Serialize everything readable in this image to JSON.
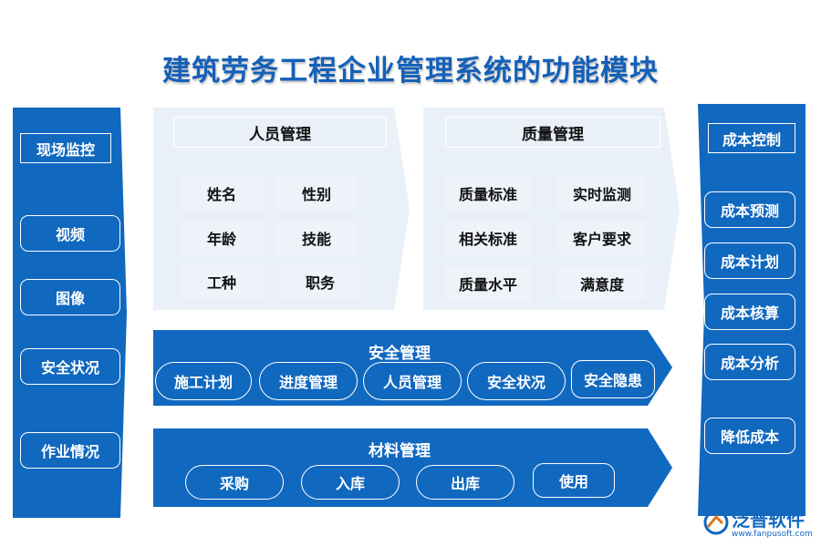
{
  "title": "建筑劳务工程企业管理系统的功能模块",
  "left_column": {
    "header": "现场监控",
    "items": [
      "视频",
      "图像",
      "安全状况",
      "作业情况"
    ]
  },
  "right_column": {
    "header": "成本控制",
    "items": [
      "成本预测",
      "成本计划",
      "成本核算",
      "成本分析",
      "降低成本"
    ]
  },
  "personnel": {
    "header": "人员管理",
    "items": [
      "姓名",
      "性别",
      "年龄",
      "技能",
      "工种",
      "职务"
    ]
  },
  "quality": {
    "header": "质量管理",
    "items": [
      "质量标准",
      "实时监测",
      "相关标准",
      "客户要求",
      "质量水平",
      "满意度"
    ]
  },
  "safety": {
    "header": "安全管理",
    "items": [
      "施工计划",
      "进度管理",
      "人员管理",
      "安全状况",
      "安全隐患"
    ]
  },
  "materials": {
    "header": "材料管理",
    "items": [
      "采购",
      "入库",
      "出库",
      "使用"
    ]
  },
  "logo": {
    "name": "泛普软件",
    "url": "www.fanpusoft.com"
  },
  "colors": {
    "blue": "#1168bf",
    "light_panel": "#e9f0f8",
    "title": "#1560b8"
  }
}
